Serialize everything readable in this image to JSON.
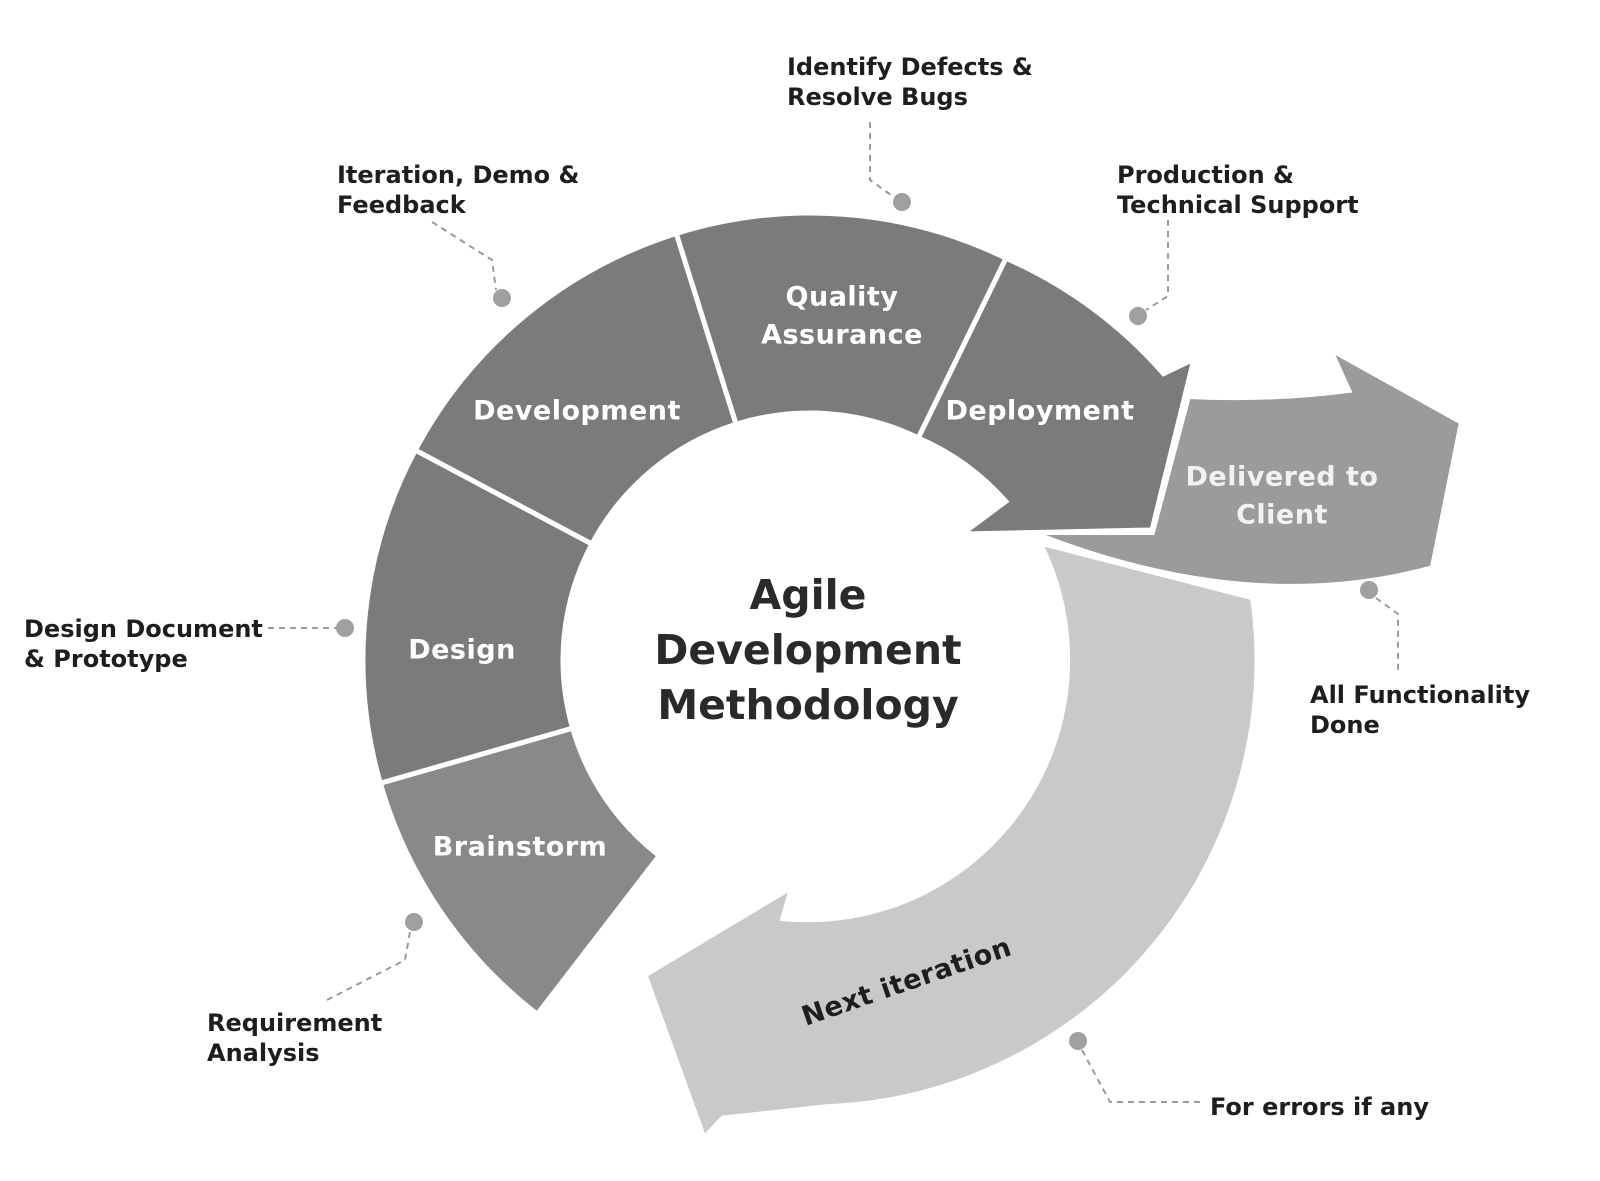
{
  "title": {
    "lines": [
      "Agile",
      "Development",
      "Methodology"
    ]
  },
  "phases": [
    {
      "label": [
        "Brainstorm"
      ],
      "note": [
        "Requirement",
        "Analysis"
      ]
    },
    {
      "label": [
        "Design"
      ],
      "note": [
        "Design Document",
        "& Prototype"
      ]
    },
    {
      "label": [
        "Development"
      ],
      "note": [
        "Iteration, Demo &",
        "Feedback"
      ]
    },
    {
      "label": [
        "Quality",
        "Assurance"
      ],
      "note": [
        "Identify Defects &",
        "Resolve Bugs"
      ]
    },
    {
      "label": [
        "Deployment"
      ],
      "note": [
        "Production &",
        "Technical Support"
      ]
    }
  ],
  "delivered": {
    "label": [
      "Delivered to",
      "Client"
    ],
    "note": [
      "All Functionality",
      "Done"
    ]
  },
  "next_iteration": {
    "label": "Next iteration",
    "note": "For errors if any"
  },
  "colors": {
    "segment": "#7b7b7b",
    "brainstorm": "#898989",
    "delivered": "#9b9b9b",
    "next_iteration": "#c9c9c9",
    "leader": "#9a9a9a"
  }
}
